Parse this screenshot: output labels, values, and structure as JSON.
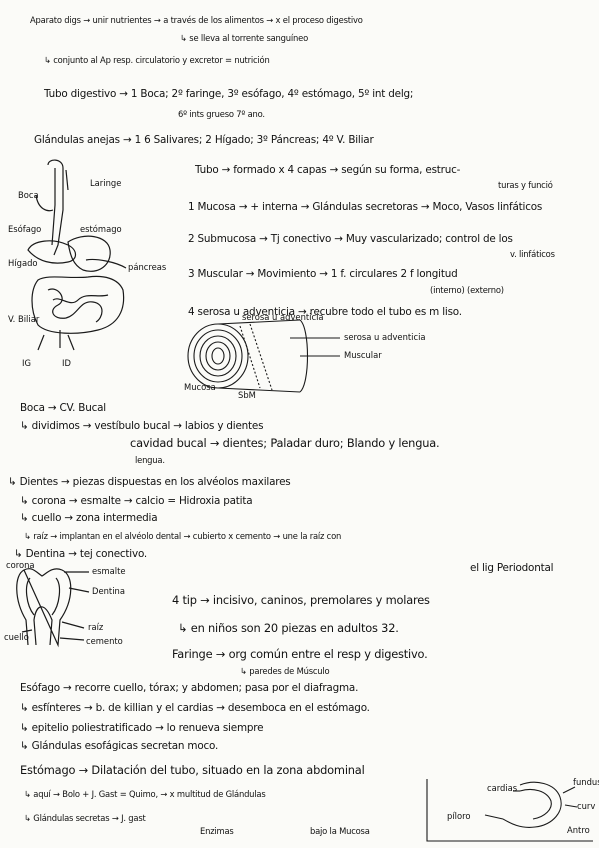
{
  "lines": [
    "Aparato digs → unir nutrientes → a través de los alimentos → x el proceso digestivo",
    "↳ se lleva al torrente sanguíneo",
    "↳ conjunto al Ap resp. circulatorio y excretor = nutrición",
    "Tubo digestivo → 1 Boca; 2º faringe, 3º esófago, 4º estómago, 5º int delg;",
    "6º ints grueso  7º ano.",
    "Glándulas anejas → 1 6 Salivares; 2 Hígado; 3º Páncreas; 4º V. Biliar",
    "Tubo → formado x 4 capas → según su forma, estruc-",
    "turas y funció",
    "1 Mucosa → + interna → Glándulas secretoras → Moco, Vasos linfáticos",
    "2 Submucosa → Tj conectivo → Muy vascularizado; control de los",
    "v. linfáticos",
    "3 Muscular → Movimiento → 1 f. circulares   2 f longitud",
    "(interno)   (externo)",
    "4 serosa u adventicia → recubre todo el tubo es m liso.",
    "Boca → CV. Bucal",
    "↳ dividimos → vestíbulo bucal → labios y dientes",
    "cavidad bucal → dientes; Paladar duro; Blando y lengua.",
    "lengua.",
    "↳ Dientes → piezas dispuestas en los alvéolos maxilares",
    "↳ corona → esmalte → calcio = Hidroxia patita",
    "↳ cuello → zona intermedia",
    "↳ raíz → implantan en el alvéolo dental → cubierto x cemento → une la raíz con",
    "↳ Dentina → tej conectivo.",
    "el lig Periodontal",
    "4 tip → incisivo, caninos, premolares y molares",
    "↳ en niños son 20 piezas en adultos 32.",
    "Faringe → org común entre el resp y digestivo.",
    "↳ paredes de Músculo",
    "Esófago → recorre cuello, tórax; y abdomen; pasa por el diafragma.",
    "↳ esfínteres → b. de killian y el cardias → desemboca en el estómago.",
    "↳ epitelio poliestratificado → lo renueva siempre",
    "↳ Glándulas esofágicas secretan moco.",
    "Estómago → Dilatación del tubo, situado en la zona abdominal",
    "↳ aquí → Bolo + J. Gast = Quimo, → x multitud de Glándulas",
    "↳ Glándulas secretas → J. gast",
    "Enzimas",
    "bajo la Mucosa"
  ],
  "diagram_digestive": {
    "labels": [
      "Laringe",
      "Boca",
      "Esófago",
      "estómago",
      "Hígado",
      "páncreas",
      "V. Biliar",
      "IG",
      "ID"
    ]
  },
  "diagram_layers": {
    "labels": [
      "serosa u adventicia",
      "Muscular",
      "Mucosa",
      "SbM"
    ]
  },
  "diagram_tooth": {
    "labels": [
      "corona",
      "esmalte",
      "Dentina",
      "raíz",
      "cuello",
      "cemento"
    ]
  },
  "diagram_stomach": {
    "labels": [
      "cardias",
      "fundus",
      "curv",
      "píloro",
      "Antro"
    ]
  }
}
